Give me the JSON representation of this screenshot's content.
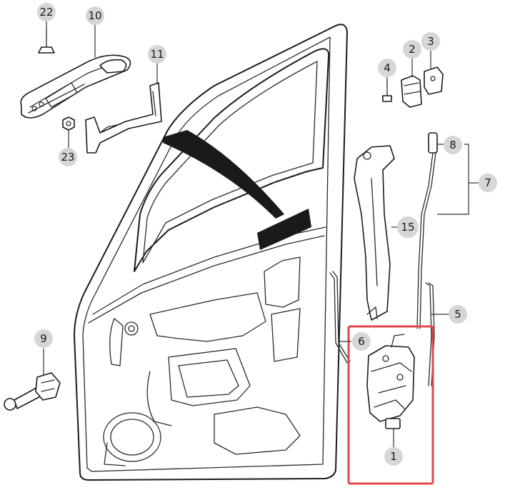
{
  "callouts": [
    {
      "id": "c1",
      "label": "1"
    },
    {
      "id": "c2",
      "label": "2"
    },
    {
      "id": "c3",
      "label": "3"
    },
    {
      "id": "c4",
      "label": "4"
    },
    {
      "id": "c5",
      "label": "5"
    },
    {
      "id": "c6",
      "label": "6"
    },
    {
      "id": "c7",
      "label": "7"
    },
    {
      "id": "c8",
      "label": "8"
    },
    {
      "id": "c9",
      "label": "9"
    },
    {
      "id": "c10",
      "label": "10"
    },
    {
      "id": "c11",
      "label": "11"
    },
    {
      "id": "c15",
      "label": "15"
    },
    {
      "id": "c22",
      "label": "22"
    },
    {
      "id": "c23",
      "label": "23"
    }
  ],
  "highlight": {
    "color": "#e0484e",
    "target": "door-latch-assembly"
  },
  "colors": {
    "line": "#1b1b1b",
    "callout_fill": "#d6d6d6"
  }
}
